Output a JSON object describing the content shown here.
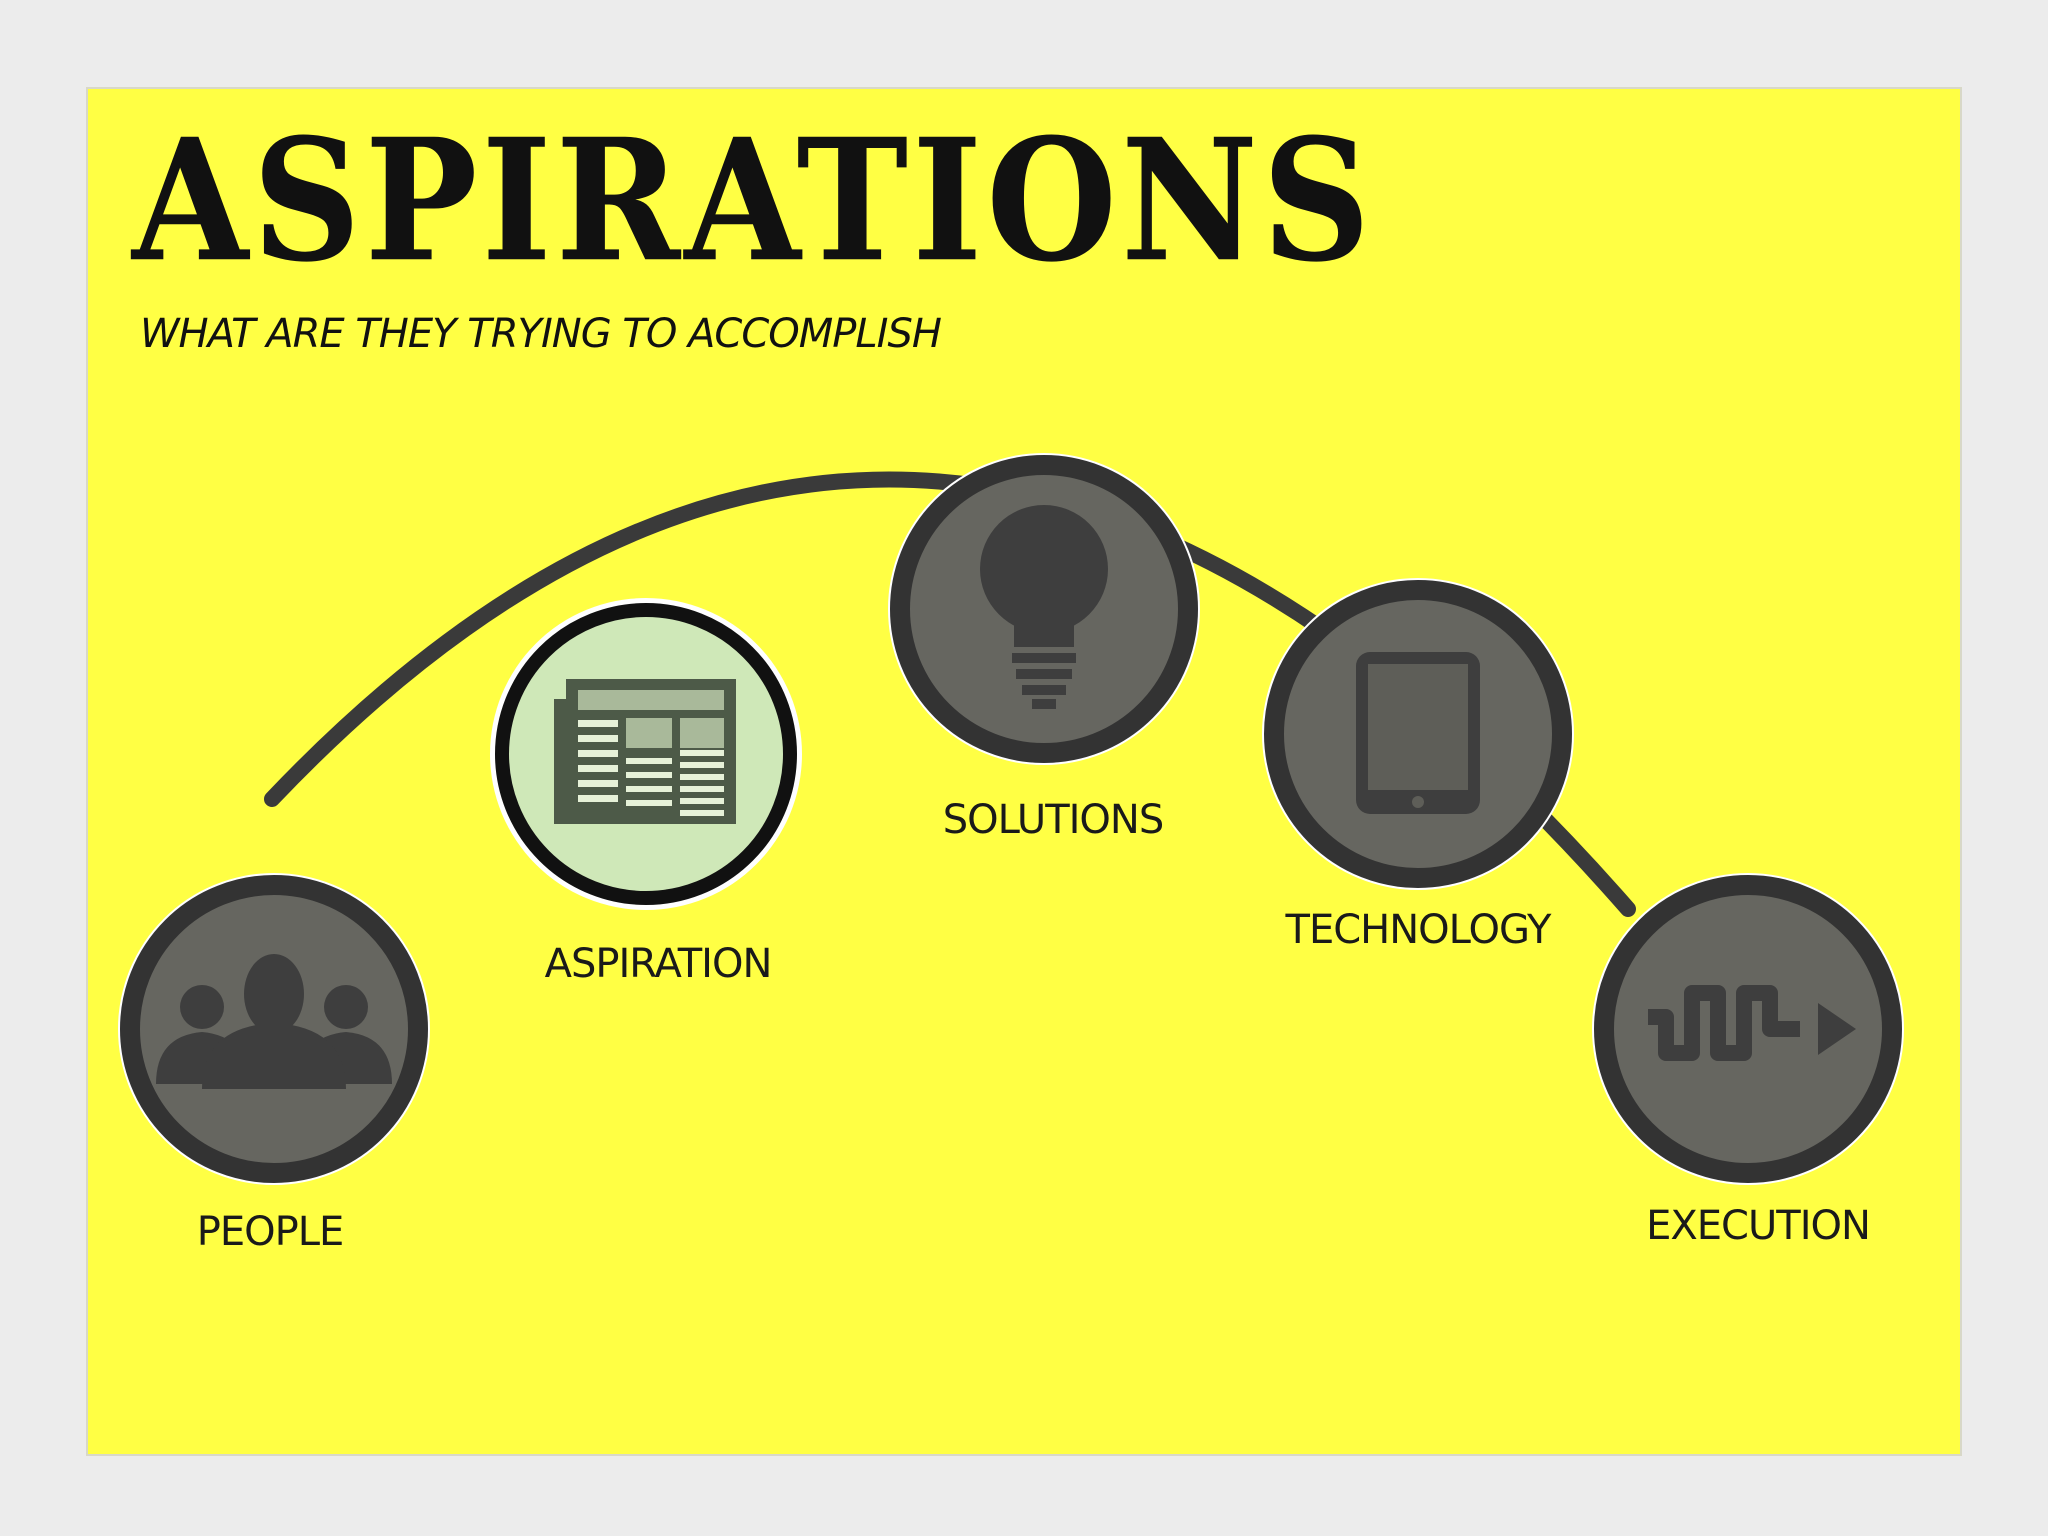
{
  "title": "ASPIRATIONS",
  "subtitle": "WHAT ARE THEY TRYING TO ACCOMPLISH",
  "colors": {
    "slide_bg": "#ffff44",
    "connector": "#3a3a3a",
    "node_fill": "#666660",
    "node_ring": "#333333",
    "node_halo": "#ffffff",
    "active_fill": "#cfe8b8",
    "active_ring": "#111111",
    "icon": "#3e3e3e",
    "active_icon": "#4d5a48"
  },
  "nodes": [
    {
      "label": "PEOPLE",
      "icon": "people-icon",
      "active": false
    },
    {
      "label": "ASPIRATION",
      "icon": "newspaper-icon",
      "active": true
    },
    {
      "label": "SOLUTIONS",
      "icon": "lightbulb-icon",
      "active": false
    },
    {
      "label": "TECHNOLOGY",
      "icon": "tablet-icon",
      "active": false
    },
    {
      "label": "EXECUTION",
      "icon": "process-arrow-icon",
      "active": false
    }
  ]
}
